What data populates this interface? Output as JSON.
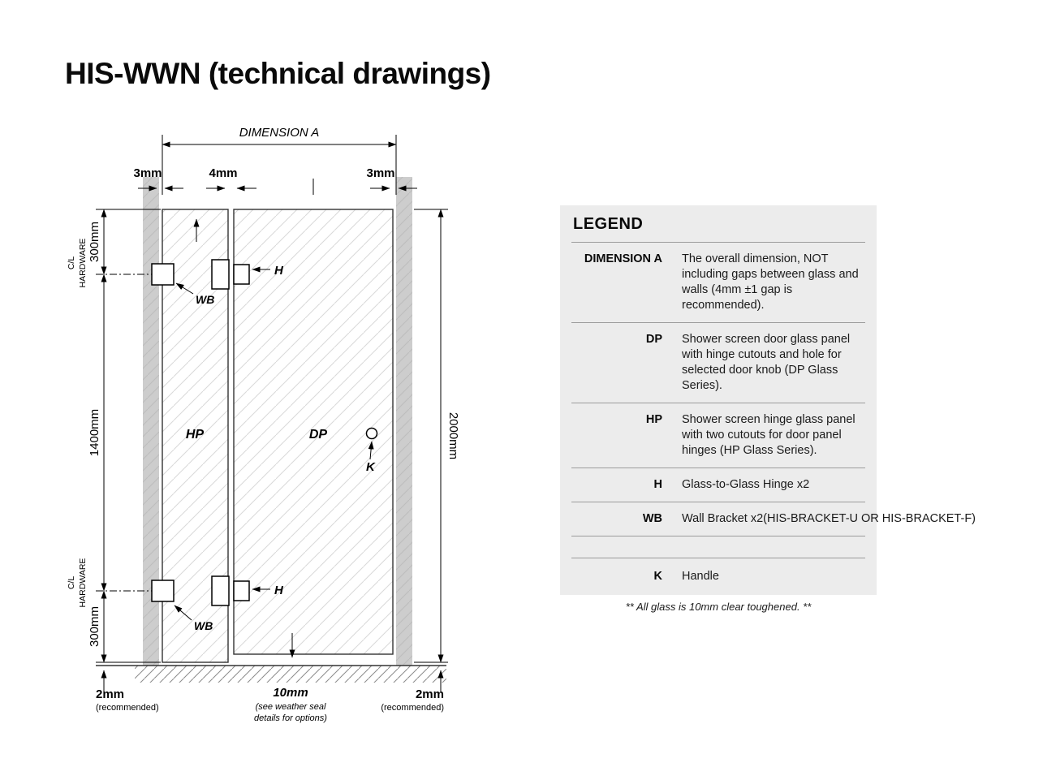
{
  "page": {
    "title": "HIS-WWN (technical drawings)"
  },
  "drawing": {
    "dimension_a": "DIMENSION A",
    "gap_left": "3mm",
    "gap_middle": "4mm",
    "gap_right": "3mm",
    "height_top": "300mm",
    "height_middle": "1400mm",
    "height_bottom": "300mm",
    "height_total": "2000mm",
    "cl_line1": "C/L",
    "cl_line2": "HARDWARE",
    "floor_gap_left": "2mm",
    "floor_gap_left_note": "(recommended)",
    "floor_gap_right": "2mm",
    "floor_gap_right_note": "(recommended)",
    "door_gap": "10mm",
    "door_gap_note1": "(see weather seal",
    "door_gap_note2": "details for options)",
    "panel_left": "HP",
    "panel_right": "DP",
    "hinge": "H",
    "bracket": "WB",
    "handle": "K"
  },
  "legend": {
    "title": "LEGEND",
    "rows": [
      {
        "term": "DIMENSION A",
        "desc": "The overall dimension, NOT including gaps between glass and walls (4mm ±1 gap is recommended)."
      },
      {
        "term": "DP",
        "desc": "Shower screen door glass panel with hinge cutouts and hole for selected door knob (DP Glass Series)."
      },
      {
        "term": "HP",
        "desc": "Shower screen hinge glass panel with two cutouts for door panel hinges (HP Glass Series)."
      },
      {
        "term": "H",
        "desc": "Glass-to-Glass Hinge x2"
      },
      {
        "term": "WB",
        "desc": "Wall Bracket x2(HIS-BRACKET-U OR HIS-BRACKET-F)"
      },
      {
        "term": "",
        "desc": ""
      },
      {
        "term": "K",
        "desc": "Handle"
      }
    ],
    "footnote": "** All glass is 10mm clear toughened. **"
  }
}
